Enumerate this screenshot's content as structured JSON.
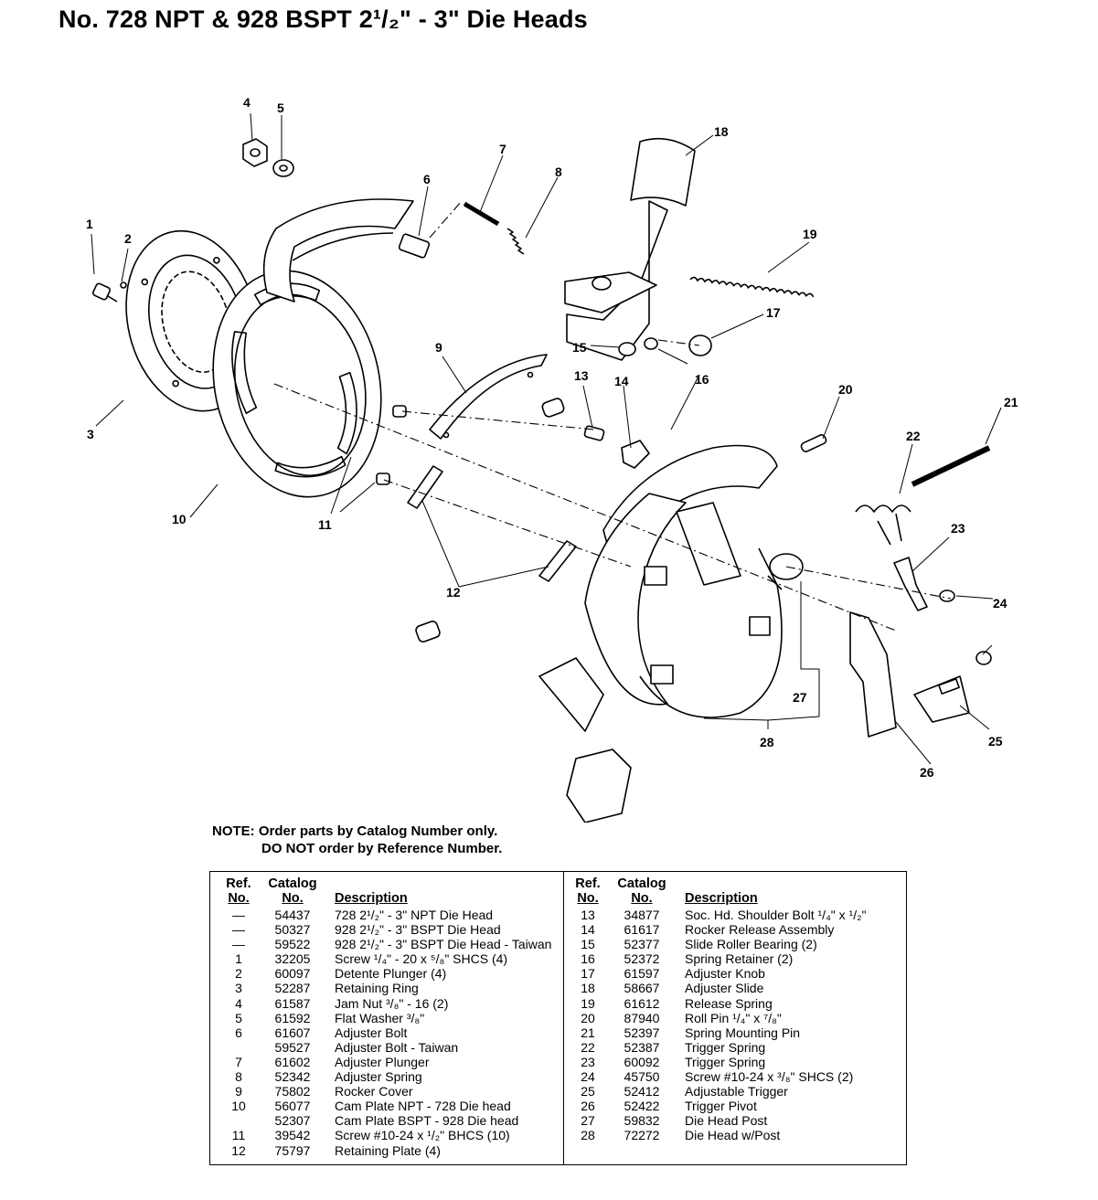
{
  "title": "No. 728 NPT & 928 BSPT 2¹/₂\" - 3\" Die Heads",
  "callouts": [
    "1",
    "2",
    "3",
    "4",
    "5",
    "6",
    "7",
    "8",
    "9",
    "10",
    "11",
    "12",
    "12",
    "13",
    "14",
    "15",
    "16",
    "17",
    "18",
    "19",
    "20",
    "21",
    "22",
    "23",
    "24",
    "25",
    "26",
    "27",
    "28"
  ],
  "note": {
    "line1": "NOTE: Order parts by Catalog Number only.",
    "line2": "DO NOT order by Reference Number."
  },
  "table": {
    "headers": {
      "ref_top": "Ref.",
      "ref_bottom": "No.",
      "cat_top": "Catalog",
      "cat_bottom": "No.",
      "desc": "Description"
    },
    "left_rows": [
      {
        "ref": "—",
        "cat": "54437",
        "desc": "728 2¹/₂\" - 3\" NPT Die Head"
      },
      {
        "ref": "—",
        "cat": "50327",
        "desc": "928 2¹/₂\" - 3\" BSPT Die Head"
      },
      {
        "ref": "—",
        "cat": "59522",
        "desc": "928 2¹/₂\" - 3\" BSPT Die Head - Taiwan"
      },
      {
        "ref": "1",
        "cat": "32205",
        "desc": "Screw ¹/₄\" - 20 x ⁵/₈\" SHCS (4)"
      },
      {
        "ref": "2",
        "cat": "60097",
        "desc": "Detente Plunger (4)"
      },
      {
        "ref": "3",
        "cat": "52287",
        "desc": "Retaining Ring"
      },
      {
        "ref": "4",
        "cat": "61587",
        "desc": "Jam Nut ³/₈\" - 16 (2)"
      },
      {
        "ref": "5",
        "cat": "61592",
        "desc": "Flat Washer ³/₈\""
      },
      {
        "ref": "6",
        "cat": "61607",
        "desc": "Adjuster Bolt"
      },
      {
        "ref": "",
        "cat": "59527",
        "desc": "Adjuster Bolt - Taiwan"
      },
      {
        "ref": "7",
        "cat": "61602",
        "desc": "Adjuster Plunger"
      },
      {
        "ref": "8",
        "cat": "52342",
        "desc": "Adjuster Spring"
      },
      {
        "ref": "9",
        "cat": "75802",
        "desc": "Rocker Cover"
      },
      {
        "ref": "10",
        "cat": "56077",
        "desc": "Cam Plate NPT - 728 Die head"
      },
      {
        "ref": "",
        "cat": "52307",
        "desc": "Cam Plate BSPT - 928 Die head"
      },
      {
        "ref": "11",
        "cat": "39542",
        "desc": "Screw #10-24 x ¹/₂\" BHCS (10)"
      },
      {
        "ref": "12",
        "cat": "75797",
        "desc": "Retaining Plate (4)"
      }
    ],
    "right_rows": [
      {
        "ref": "13",
        "cat": "34877",
        "desc": "Soc. Hd. Shoulder Bolt ¹/₄\" x ¹/₂\""
      },
      {
        "ref": "14",
        "cat": "61617",
        "desc": "Rocker Release Assembly"
      },
      {
        "ref": "15",
        "cat": "52377",
        "desc": "Slide Roller Bearing (2)"
      },
      {
        "ref": "16",
        "cat": "52372",
        "desc": "Spring Retainer (2)"
      },
      {
        "ref": "17",
        "cat": "61597",
        "desc": "Adjuster Knob"
      },
      {
        "ref": "18",
        "cat": "58667",
        "desc": "Adjuster Slide"
      },
      {
        "ref": "19",
        "cat": "61612",
        "desc": "Release Spring"
      },
      {
        "ref": "20",
        "cat": "87940",
        "desc": "Roll Pin ¹/₄\" x ⁷/₈\""
      },
      {
        "ref": "21",
        "cat": "52397",
        "desc": "Spring Mounting Pin"
      },
      {
        "ref": "22",
        "cat": "52387",
        "desc": "Trigger Spring"
      },
      {
        "ref": "23",
        "cat": "60092",
        "desc": "Trigger Spring"
      },
      {
        "ref": "24",
        "cat": "45750",
        "desc": "Screw #10-24 x ³/₈\" SHCS (2)"
      },
      {
        "ref": "25",
        "cat": "52412",
        "desc": "Adjustable Trigger"
      },
      {
        "ref": "26",
        "cat": "52422",
        "desc": "Trigger Pivot"
      },
      {
        "ref": "27",
        "cat": "59832",
        "desc": "Die Head Post"
      },
      {
        "ref": "28",
        "cat": "72272",
        "desc": "Die Head w/Post"
      }
    ]
  }
}
